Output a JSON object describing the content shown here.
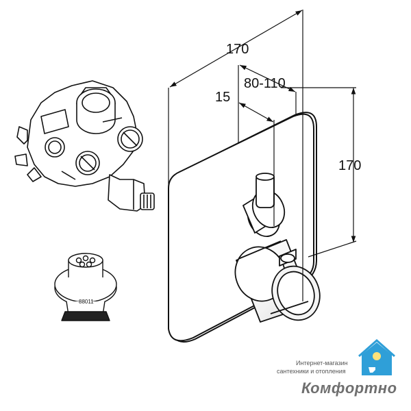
{
  "dimensions": {
    "width": "170",
    "height": "170",
    "depth_range": "80-110",
    "offset": "15"
  },
  "cartridge_label": "88011",
  "watermark": {
    "line1": "Интернет-магазин",
    "line2": "сантехники и отопления",
    "brand": "Комфортно",
    "icon": "house-water-sun-icon"
  },
  "colors": {
    "line": "#111111",
    "watermark_blue": "#2f9fd8",
    "watermark_text": "#6f6f6f"
  }
}
